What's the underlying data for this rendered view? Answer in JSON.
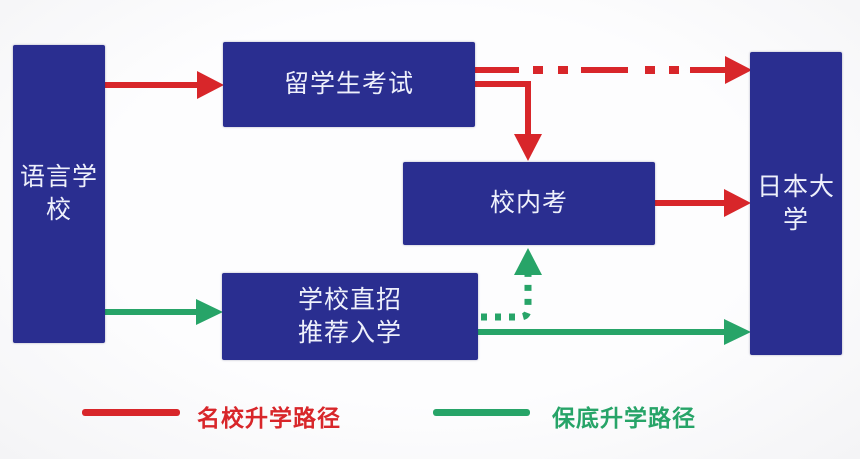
{
  "diagram": {
    "nodes": {
      "language_school": {
        "label": "语言学\n校"
      },
      "eju_exam": {
        "label": "留学生考试"
      },
      "internal_exam": {
        "label": "校内考"
      },
      "direct_admission": {
        "label": "学校直招\n推荐入学"
      },
      "japan_university": {
        "label": "日本大\n学"
      }
    },
    "edges": [
      {
        "from": "language_school",
        "to": "eju_exam",
        "color": "red",
        "style": "solid"
      },
      {
        "from": "eju_exam",
        "to": "japan_university",
        "color": "red",
        "style": "dash-dot"
      },
      {
        "from": "eju_exam",
        "to": "internal_exam",
        "color": "red",
        "style": "solid"
      },
      {
        "from": "internal_exam",
        "to": "japan_university",
        "color": "red",
        "style": "solid"
      },
      {
        "from": "language_school",
        "to": "direct_admission",
        "color": "green",
        "style": "solid"
      },
      {
        "from": "direct_admission",
        "to": "internal_exam",
        "color": "green",
        "style": "dotted"
      },
      {
        "from": "direct_admission",
        "to": "japan_university",
        "color": "green",
        "style": "solid"
      }
    ],
    "legend": {
      "red_label": "名校升学路径",
      "green_label": "保底升学路径"
    },
    "colors": {
      "node_bg": "#2a2e90",
      "node_text": "#eef0fb",
      "red": "#d8262a",
      "green": "#27a468",
      "background": "#fcfcfd"
    }
  }
}
